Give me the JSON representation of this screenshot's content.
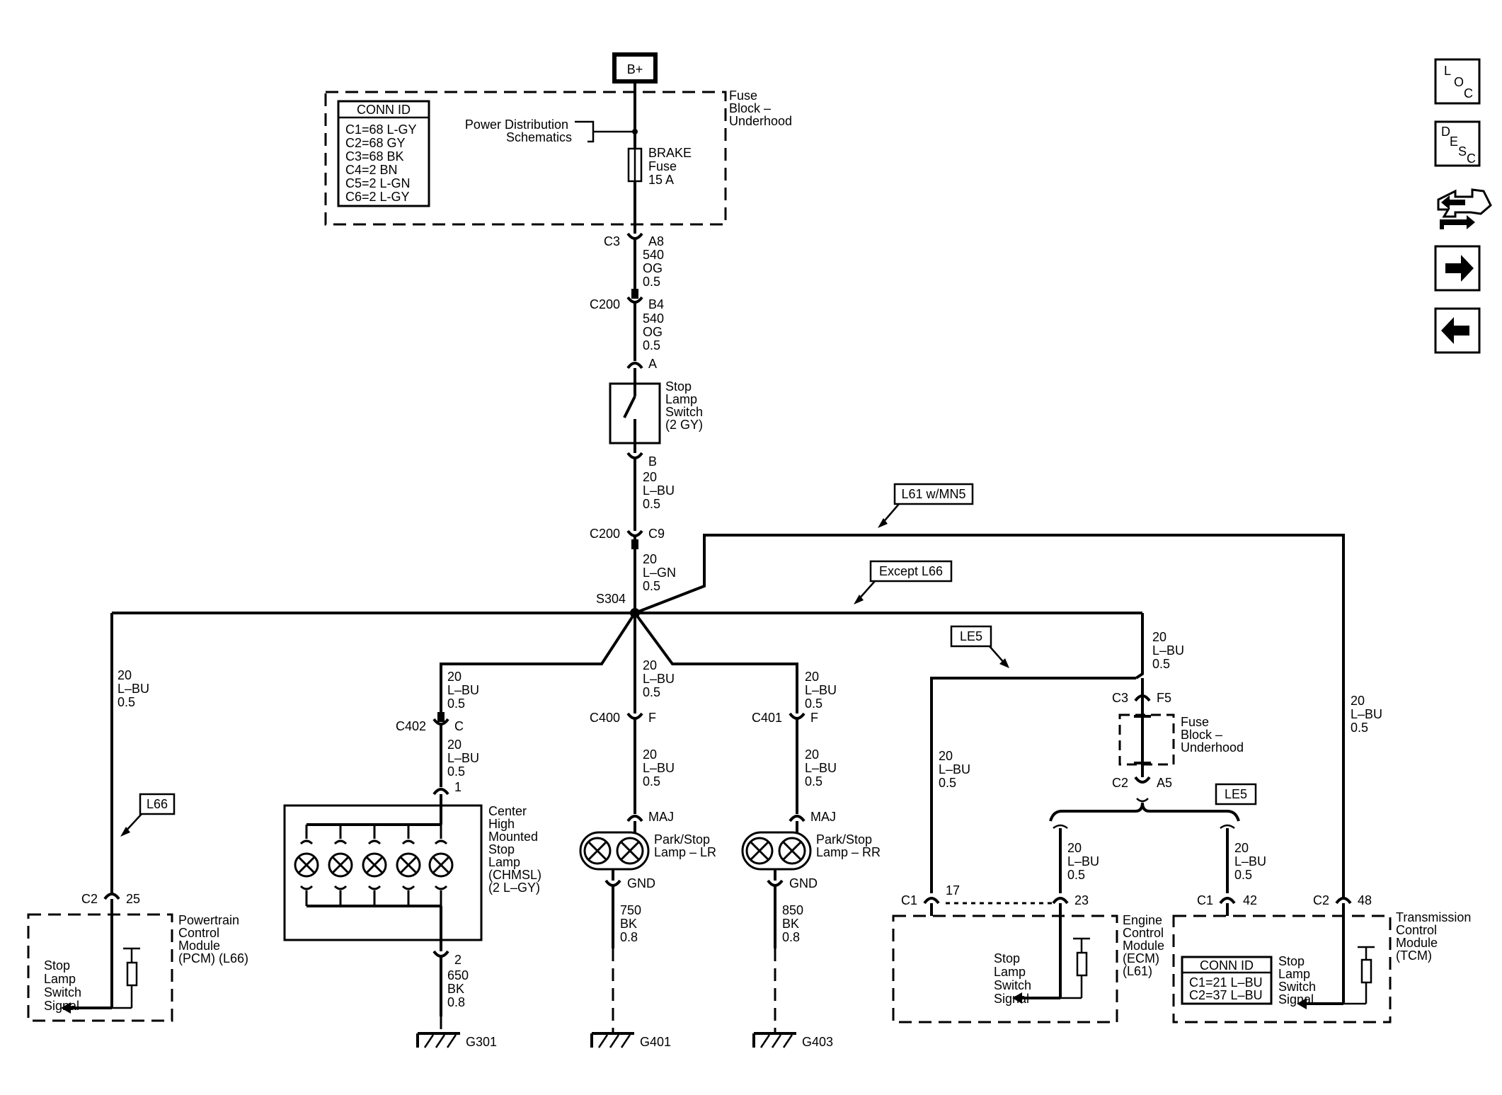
{
  "source": {
    "label": "B+"
  },
  "fuse_block_top": {
    "title": [
      "Fuse",
      "Block –",
      "Underhood"
    ],
    "conn_id_title": "CONN ID",
    "conn_ids": [
      "C1=68 L-GY",
      "C2=68 GY",
      "C3=68 BK",
      "C4=2 BN",
      "C5=2 L-GN",
      "C6=2 L-GY"
    ],
    "pdist_label": [
      "Power Distribution",
      "Schematics"
    ],
    "fuse_label": [
      "BRAKE",
      "Fuse",
      "15 A"
    ]
  },
  "connectors": {
    "c3_a8": {
      "name": "C3",
      "pin": "A8"
    },
    "c200_b4": {
      "name": "C200",
      "pin": "B4"
    },
    "c200_c9": {
      "name": "C200",
      "pin": "C9"
    },
    "c402_c": {
      "name": "C402",
      "pin": "C"
    },
    "c400_f": {
      "name": "C400",
      "pin": "F"
    },
    "c401_f": {
      "name": "C401",
      "pin": "F"
    },
    "c3_f5": {
      "name": "C3",
      "pin": "F5"
    },
    "c2_a5": {
      "name": "C2",
      "pin": "A5"
    },
    "pcm_c2_25": {
      "name": "C2",
      "pin": "25"
    },
    "ecm_c1_17": {
      "name": "C1",
      "pin": "17"
    },
    "ecm_23": {
      "pin": "23"
    },
    "tcm_c1_42": {
      "name": "C1",
      "pin": "42"
    },
    "tcm_c2_48": {
      "name": "C2",
      "pin": "48"
    },
    "chmsl_1": {
      "pin": "1"
    },
    "chmsl_2": {
      "pin": "2"
    },
    "switch_a": {
      "pin": "A"
    },
    "switch_b": {
      "pin": "B"
    },
    "lr_maj": {
      "pin": "MAJ"
    },
    "rr_maj": {
      "pin": "MAJ"
    },
    "lr_gnd": {
      "pin": "GND"
    },
    "rr_gnd": {
      "pin": "GND"
    }
  },
  "wires": {
    "w540_1": [
      "540",
      "OG",
      "0.5"
    ],
    "w540_2": [
      "540",
      "OG",
      "0.5"
    ],
    "w20_lbu_switch": [
      "20",
      "L–BU",
      "0.5"
    ],
    "w20_lgn": [
      "20",
      "L–GN",
      "0.5"
    ],
    "w20_pcm": [
      "20",
      "L–BU",
      "0.5"
    ],
    "w20_chmsl_a": [
      "20",
      "L–BU",
      "0.5"
    ],
    "w20_chmsl_b": [
      "20",
      "L–BU",
      "0.5"
    ],
    "w20_lr_a": [
      "20",
      "L–BU",
      "0.5"
    ],
    "w20_lr_b": [
      "20",
      "L–BU",
      "0.5"
    ],
    "w20_rr_a": [
      "20",
      "L–BU",
      "0.5"
    ],
    "w20_rr_b": [
      "20",
      "L–BU",
      "0.5"
    ],
    "w20_fuse": [
      "20",
      "L–BU",
      "0.5"
    ],
    "w20_ecm_left": [
      "20",
      "L–BU",
      "0.5"
    ],
    "w20_ecm_right": [
      "20",
      "L–BU",
      "0.5"
    ],
    "w20_tcm_c1": [
      "20",
      "L–BU",
      "0.5"
    ],
    "w20_tcm": [
      "20",
      "L–BU",
      "0.5"
    ],
    "w650": [
      "650",
      "BK",
      "0.8"
    ],
    "w750": [
      "750",
      "BK",
      "0.8"
    ],
    "w850": [
      "850",
      "BK",
      "0.8"
    ]
  },
  "splice": {
    "label": "S304"
  },
  "options": {
    "l61_mn5": "L61 w/MN5",
    "except_l66": "Except L66",
    "le5_left": "LE5",
    "le5_right": "LE5",
    "l66": "L66"
  },
  "components": {
    "stop_lamp_switch": [
      "Stop",
      "Lamp",
      "Switch",
      "(2 GY)"
    ],
    "chmsl": [
      "Center",
      "High",
      "Mounted",
      "Stop",
      "Lamp",
      "(CHMSL)",
      "(2 L–GY)"
    ],
    "lamp_lr": [
      "Park/Stop",
      "Lamp – LR"
    ],
    "lamp_rr": [
      "Park/Stop",
      "Lamp – RR"
    ],
    "pcm": [
      "Powertrain",
      "Control",
      "Module",
      "(PCM) (L66)"
    ],
    "pcm_signal": [
      "Stop",
      "Lamp",
      "Switch",
      "Signal"
    ],
    "fuse_block_mid": [
      "Fuse",
      "Block –",
      "Underhood"
    ],
    "ecm": [
      "Engine",
      "Control",
      "Module",
      "(ECM)",
      "(L61)"
    ],
    "ecm_signal": [
      "Stop",
      "Lamp",
      "Switch",
      "Signal"
    ],
    "tcm": [
      "Transmission",
      "Control",
      "Module",
      "(TCM)"
    ],
    "tcm_signal": [
      "Stop",
      "Lamp",
      "Switch",
      "Signal"
    ],
    "tcm_conn_id_title": "CONN ID",
    "tcm_conn_ids": [
      "C1=21 L–BU",
      "C2=37 L–BU"
    ]
  },
  "grounds": {
    "g301": "G301",
    "g401": "G401",
    "g403": "G403"
  },
  "nav": {
    "loc": [
      "L",
      "O",
      "C"
    ],
    "desc": [
      "D",
      "E",
      "S",
      "C"
    ]
  }
}
